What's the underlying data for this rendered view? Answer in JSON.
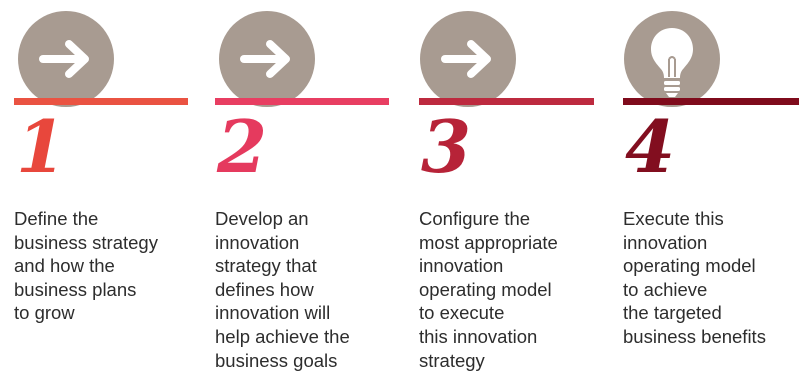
{
  "steps": [
    {
      "icon": "arrow-right-icon",
      "number": "1",
      "color": "#e8473c",
      "rule_color": "#ea5342",
      "text": "Define the\nbusiness strategy\nand how the\nbusiness plans\nto grow"
    },
    {
      "icon": "arrow-right-icon",
      "number": "2",
      "color": "#e53a5e",
      "rule_color": "#e83e62",
      "text": "Develop an\ninnovation\nstrategy that\ndefines how\ninnovation will\nhelp achieve the\nbusiness goals"
    },
    {
      "icon": "arrow-right-icon",
      "number": "3",
      "color": "#b72338",
      "rule_color": "#bd2a3f",
      "text": "Configure the\nmost appropriate\ninnovation\noperating model\nto execute\nthis innovation\nstrategy"
    },
    {
      "icon": "lightbulb-icon",
      "number": "4",
      "color": "#820e1f",
      "rule_color": "#7f0b1c",
      "text": "Execute this\ninnovation\noperating model\nto achieve\nthe targeted\nbusiness benefits"
    }
  ],
  "icon_background": "#a89b91"
}
